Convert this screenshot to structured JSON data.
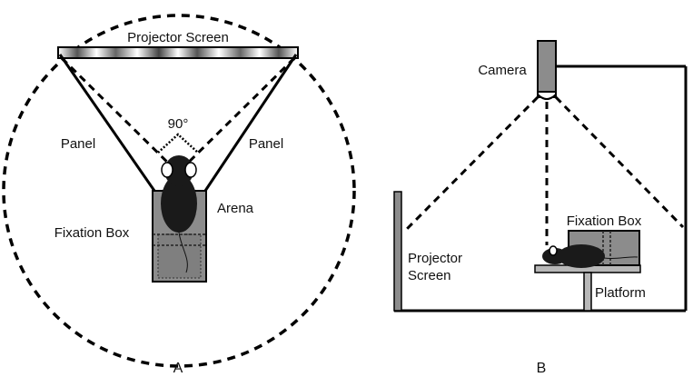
{
  "panel_a": {
    "projector_screen": "Projector Screen",
    "angle": "90°",
    "panel_left": "Panel",
    "panel_right": "Panel",
    "arena": "Arena",
    "fixation_box": "Fixation Box",
    "caption": "A"
  },
  "panel_b": {
    "camera": "Camera",
    "fixation_box": "Fixation Box",
    "projector_screen_line1": "Projector",
    "projector_screen_line2": "Screen",
    "platform": "Platform",
    "caption": "B"
  },
  "colors": {
    "ink": "#000000",
    "gray": "#8c8c8c",
    "light_gray": "#b8b8b8",
    "mouse": "#1a1a1a"
  }
}
